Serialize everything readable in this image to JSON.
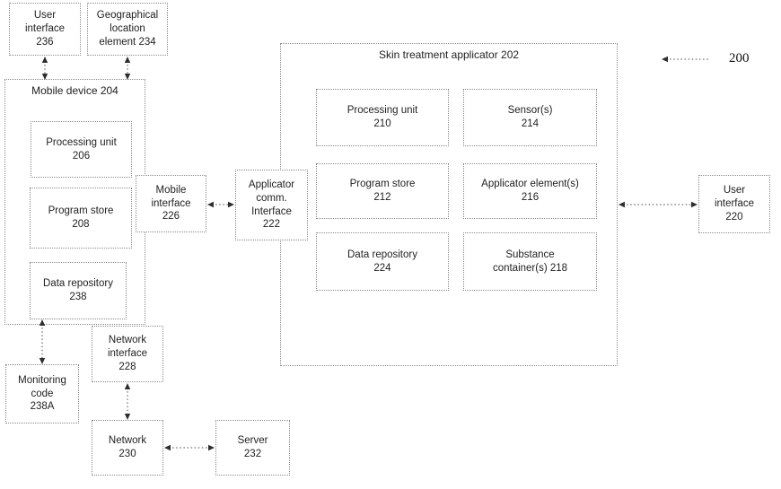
{
  "figure": {
    "number": "200"
  },
  "colors": {
    "background": "#ffffff",
    "box_border": "#8a8a8a",
    "text": "#1f1f1f",
    "arrow": "#2e2e2e"
  },
  "nodes": {
    "ui236": "User\ninterface\n236",
    "geo234": "Geographical\nlocation\nelement 234",
    "mobile204": "Mobile device 204",
    "pu206": "Processing unit\n206",
    "ps208": "Program store\n208",
    "dr238": "Data repository\n238",
    "mi226": "Mobile\ninterface\n226",
    "aci222": "Applicator\ncomm.\nInterface\n222",
    "applicator202": "Skin treatment applicator 202",
    "pu210": "Processing unit\n210",
    "s214": "Sensor(s)\n214",
    "ps212": "Program store\n212",
    "ae216": "Applicator element(s)\n216",
    "dr224": "Data repository\n224",
    "sc218": "Substance\ncontainer(s) 218",
    "ui220": "User\ninterface\n220",
    "mc238a": "Monitoring\ncode\n238A",
    "ni228": "Network\ninterface\n228",
    "n230": "Network\n230",
    "srv232": "Server\n232"
  }
}
